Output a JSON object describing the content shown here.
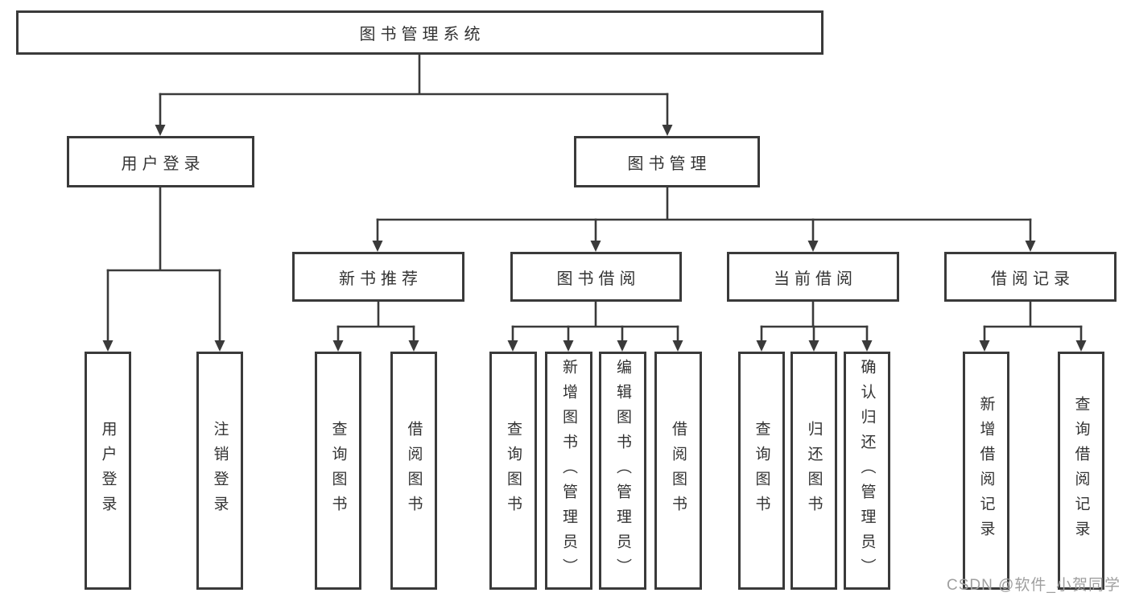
{
  "diagram": {
    "watermark": "CSDN @软件_小贺同学",
    "colors": {
      "line": "#3a3a3a",
      "text": "#333333",
      "watermark": "#9f9f9f",
      "bg": "#ffffff"
    },
    "tree": {
      "label": "图书管理系统",
      "children": [
        {
          "label": "用户登录",
          "children": [
            {
              "label": "用户登录"
            },
            {
              "label": "注销登录"
            }
          ]
        },
        {
          "label": "图书管理",
          "children": [
            {
              "label": "新书推荐",
              "children": [
                {
                  "label": "查询图书"
                },
                {
                  "label": "借阅图书"
                }
              ]
            },
            {
              "label": "图书借阅",
              "children": [
                {
                  "label": "查询图书"
                },
                {
                  "label": "新增图书（管理员）"
                },
                {
                  "label": "编辑图书（管理员）"
                },
                {
                  "label": "借阅图书"
                }
              ]
            },
            {
              "label": "当前借阅",
              "children": [
                {
                  "label": "查询图书"
                },
                {
                  "label": "归还图书"
                },
                {
                  "label": "确认归还（管理员）"
                }
              ]
            },
            {
              "label": "借阅记录",
              "children": [
                {
                  "label": "新增借阅记录"
                },
                {
                  "label": "查询借阅记录"
                }
              ]
            }
          ]
        }
      ]
    }
  }
}
